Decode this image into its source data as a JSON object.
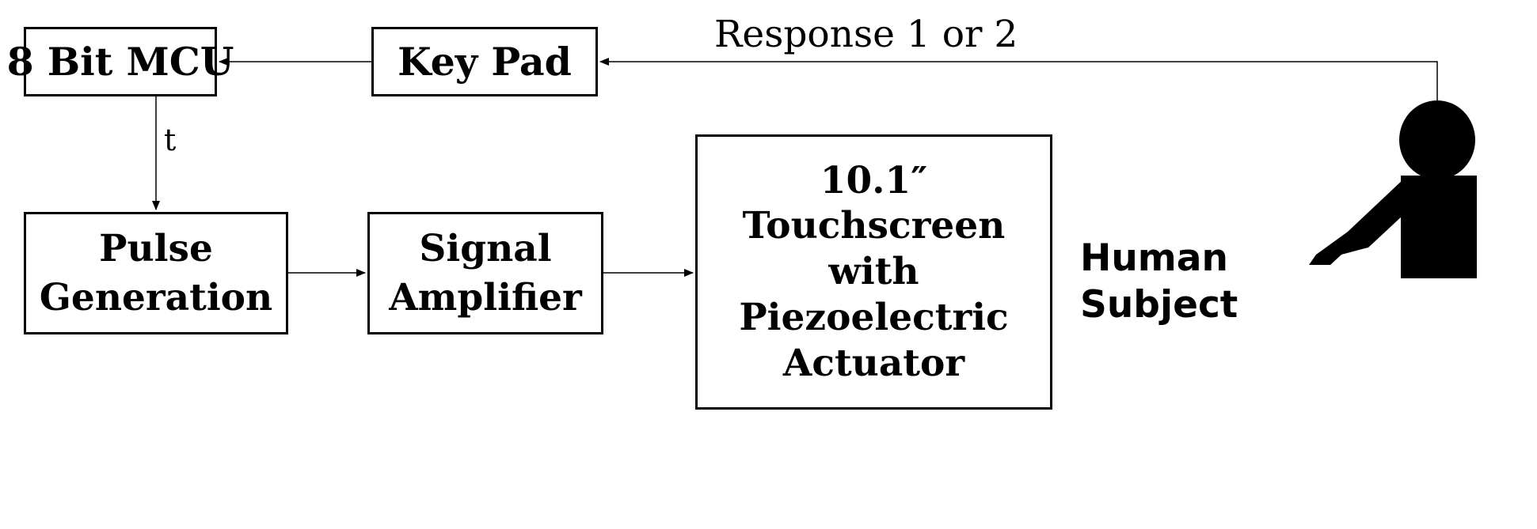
{
  "blocks": {
    "mcu": {
      "label": "8 Bit MCU"
    },
    "keypad": {
      "label": "Key Pad"
    },
    "pulse": {
      "lines": [
        "Pulse",
        "Generation"
      ]
    },
    "amplifier": {
      "lines": [
        "Signal",
        "Amplifier"
      ]
    },
    "touchscreen": {
      "lines": [
        "10.1″",
        "Touchscreen",
        "with",
        "Piezoelectric",
        "Actuator"
      ]
    },
    "human": {
      "lines": [
        "Human",
        "Subject"
      ],
      "icon": "person-silhouette-icon"
    }
  },
  "connections": {
    "response_label": "Response 1 or 2",
    "mcu_to_pulse_label": "t"
  }
}
